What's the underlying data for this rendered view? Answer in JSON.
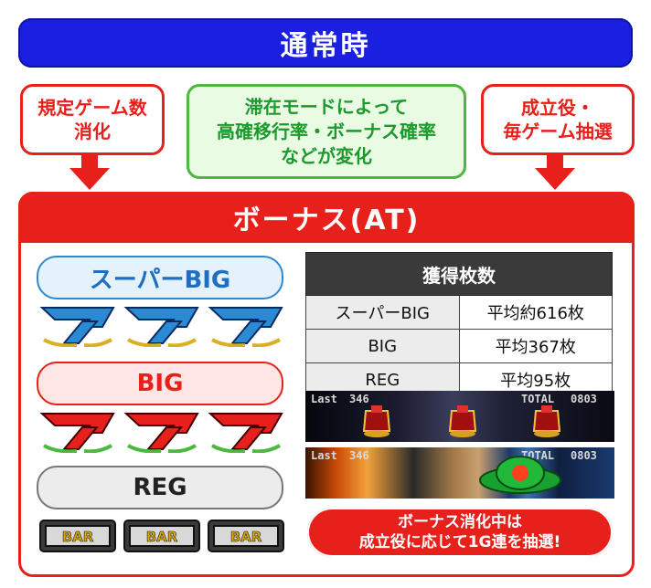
{
  "header": {
    "title": "通常時"
  },
  "boxes": {
    "left": [
      "規定ゲーム数",
      "消化"
    ],
    "center": [
      "滞在モードによって",
      "高確移行率・ボーナス確率",
      "などが変化"
    ],
    "right": [
      "成立役・",
      "毎ゲーム抽選"
    ]
  },
  "bonus": {
    "title": "ボーナス(AT)",
    "types": [
      "スーパーBIG",
      "BIG",
      "REG"
    ],
    "bar_label": "BAR"
  },
  "table": {
    "header": "獲得枚数",
    "rows": [
      {
        "type": "スーパーBIG",
        "value": "平均約616枚"
      },
      {
        "type": "BIG",
        "value": "平均367枚"
      },
      {
        "type": "REG",
        "value": "平均95枚"
      }
    ]
  },
  "screens": [
    {
      "last_label": "Last",
      "last_value": "346",
      "total_label": "TOTAL",
      "total_value": "0803"
    },
    {
      "last_label": "Last",
      "last_value": "346",
      "total_label": "TOTAL",
      "total_value": "0803"
    }
  ],
  "notice": [
    "ボーナス消化中は",
    "成立役に応じて1G連を抽選!"
  ],
  "colors": {
    "blue": "#1a1fe0",
    "red": "#e8201c",
    "green": "#4cb840",
    "super_blue": "#2a8ad4"
  }
}
